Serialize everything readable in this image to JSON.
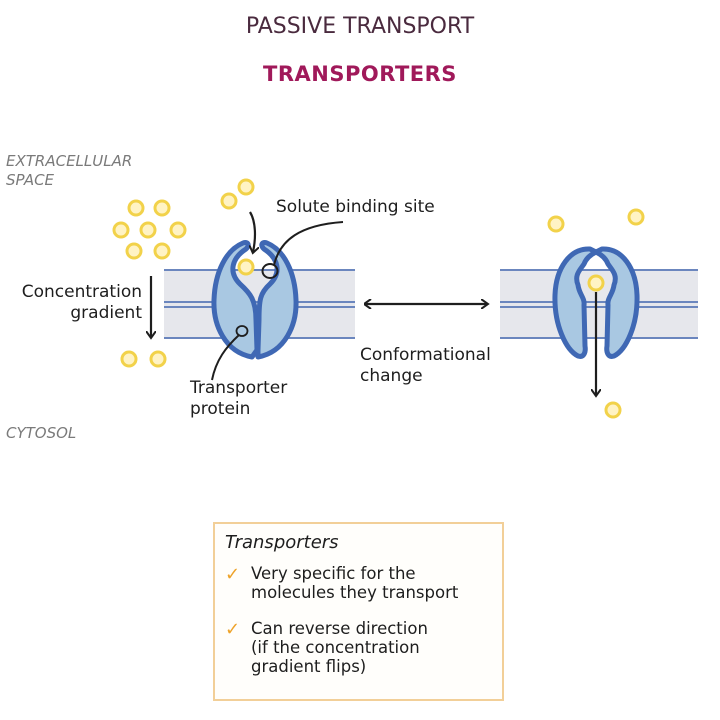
{
  "header": {
    "title": "PASSIVE TRANSPORT",
    "subtitle": "TRANSPORTERS"
  },
  "regions": {
    "extracellular_line1": "EXTRACELLULAR",
    "extracellular_line2": "SPACE",
    "cytosol": "CYTOSOL"
  },
  "labels": {
    "gradient_line1": "Concentration",
    "gradient_line2": "gradient",
    "binding_site": "Solute binding site",
    "protein_line1": "Transporter",
    "protein_line2": "protein",
    "conformational_line1": "Conformational",
    "conformational_line2": "change"
  },
  "colors": {
    "title": "#4a2a3e",
    "subtitle": "#a0195a",
    "membrane_fill": "#e6e7ec",
    "membrane_line": "#6b86be",
    "protein_fill": "#a9c8e2",
    "protein_stroke": "#3f68b4",
    "solute_fill": "#fff3c4",
    "solute_stroke": "#f2d24a",
    "box_border": "#f2cf98",
    "check": "#eea32a"
  },
  "summary_box": {
    "title": "Transporters",
    "items": [
      {
        "line1": "Very specific for the",
        "line2": "molecules they transport",
        "line3": ""
      },
      {
        "line1": "Can reverse direction",
        "line2": "(if the concentration",
        "line3": "gradient flips)"
      }
    ]
  }
}
